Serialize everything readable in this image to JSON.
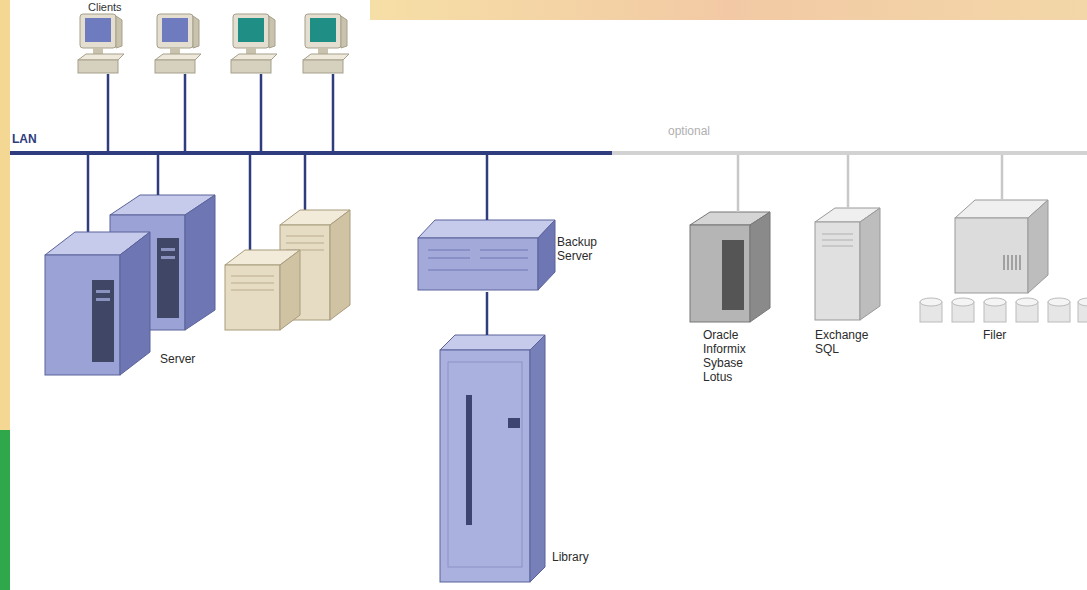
{
  "diagram": {
    "nodes": [
      {
        "text": [
          "Clients"
        ]
      },
      {
        "text": [
          "LAN"
        ]
      },
      {
        "text": [
          "Server"
        ]
      },
      {
        "text": [
          "Backup Server"
        ]
      },
      {
        "text": [
          "Library"
        ]
      },
      {
        "text": [
          "Oracle Informix Sybase Lotus"
        ]
      },
      {
        "text": [
          "Exchange SQL"
        ]
      },
      {
        "text": [
          "Filer"
        ]
      }
    ],
    "edges": [
      {
        "from": 0,
        "to": 1,
        "arrow": "none"
      },
      {
        "from": 1,
        "to": 2,
        "arrow": "none"
      },
      {
        "from": 1,
        "to": 3,
        "arrow": "none"
      },
      {
        "from": 3,
        "to": 4,
        "arrow": "none"
      },
      {
        "from": 1,
        "to": 5,
        "arrow": "none"
      },
      {
        "from": 1,
        "to": 6,
        "arrow": "none"
      },
      {
        "from": 1,
        "to": 7,
        "arrow": "none"
      }
    ],
    "labels": [
      "optional"
    ]
  }
}
